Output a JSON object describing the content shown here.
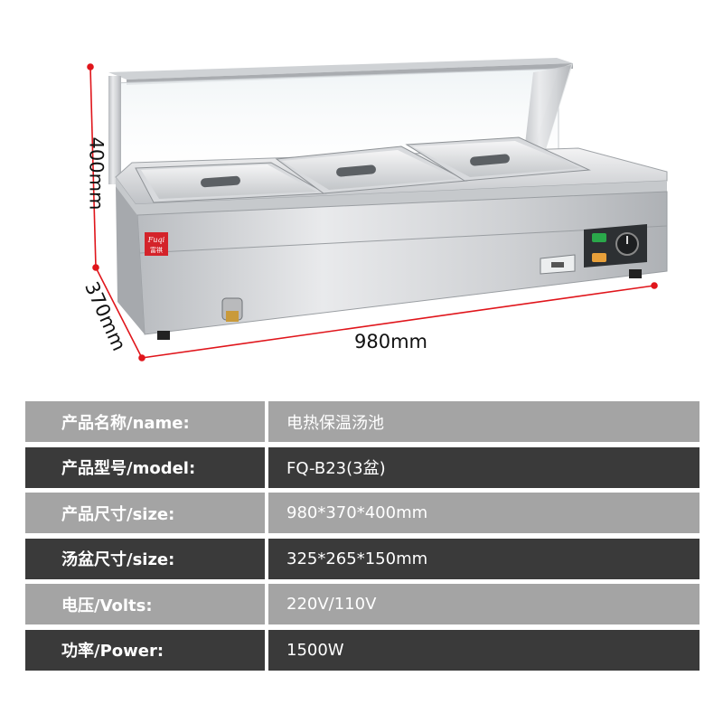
{
  "brand": {
    "logo_text": "Fuqi 富祺"
  },
  "dimensions": {
    "height": "400mm",
    "depth": "370mm",
    "width": "980mm"
  },
  "specs": [
    {
      "label": "产品名称/name:",
      "value": "电热保温汤池",
      "shade": "light"
    },
    {
      "label": "产品型号/model:",
      "value": "FQ-B23(3盆)",
      "shade": "dark"
    },
    {
      "label": "产品尺寸/size:",
      "value": "980*370*400mm",
      "shade": "light"
    },
    {
      "label": "汤盆尺寸/size:",
      "value": "325*265*150mm",
      "shade": "dark"
    },
    {
      "label": "电压/Volts:",
      "value": "220V/110V",
      "shade": "light"
    },
    {
      "label": "功率/Power:",
      "value": "1500W",
      "shade": "dark"
    }
  ],
  "colors": {
    "dimension_line": "#e0151b",
    "row_light": "#a4a4a4",
    "row_dark": "#3a3a3a",
    "logo_red": "#d4232a"
  }
}
